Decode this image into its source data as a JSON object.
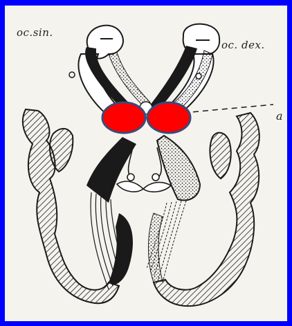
{
  "labels": {
    "left_eye": "oc.sin.",
    "right_eye": "oc. dex.",
    "marker": "a"
  },
  "colors": {
    "border": "#0000ff",
    "paper": "#f5f3ee",
    "ink": "#1a1a1a",
    "highlight_fill": "#ff0000",
    "highlight_stroke": "#3a4a7a"
  }
}
